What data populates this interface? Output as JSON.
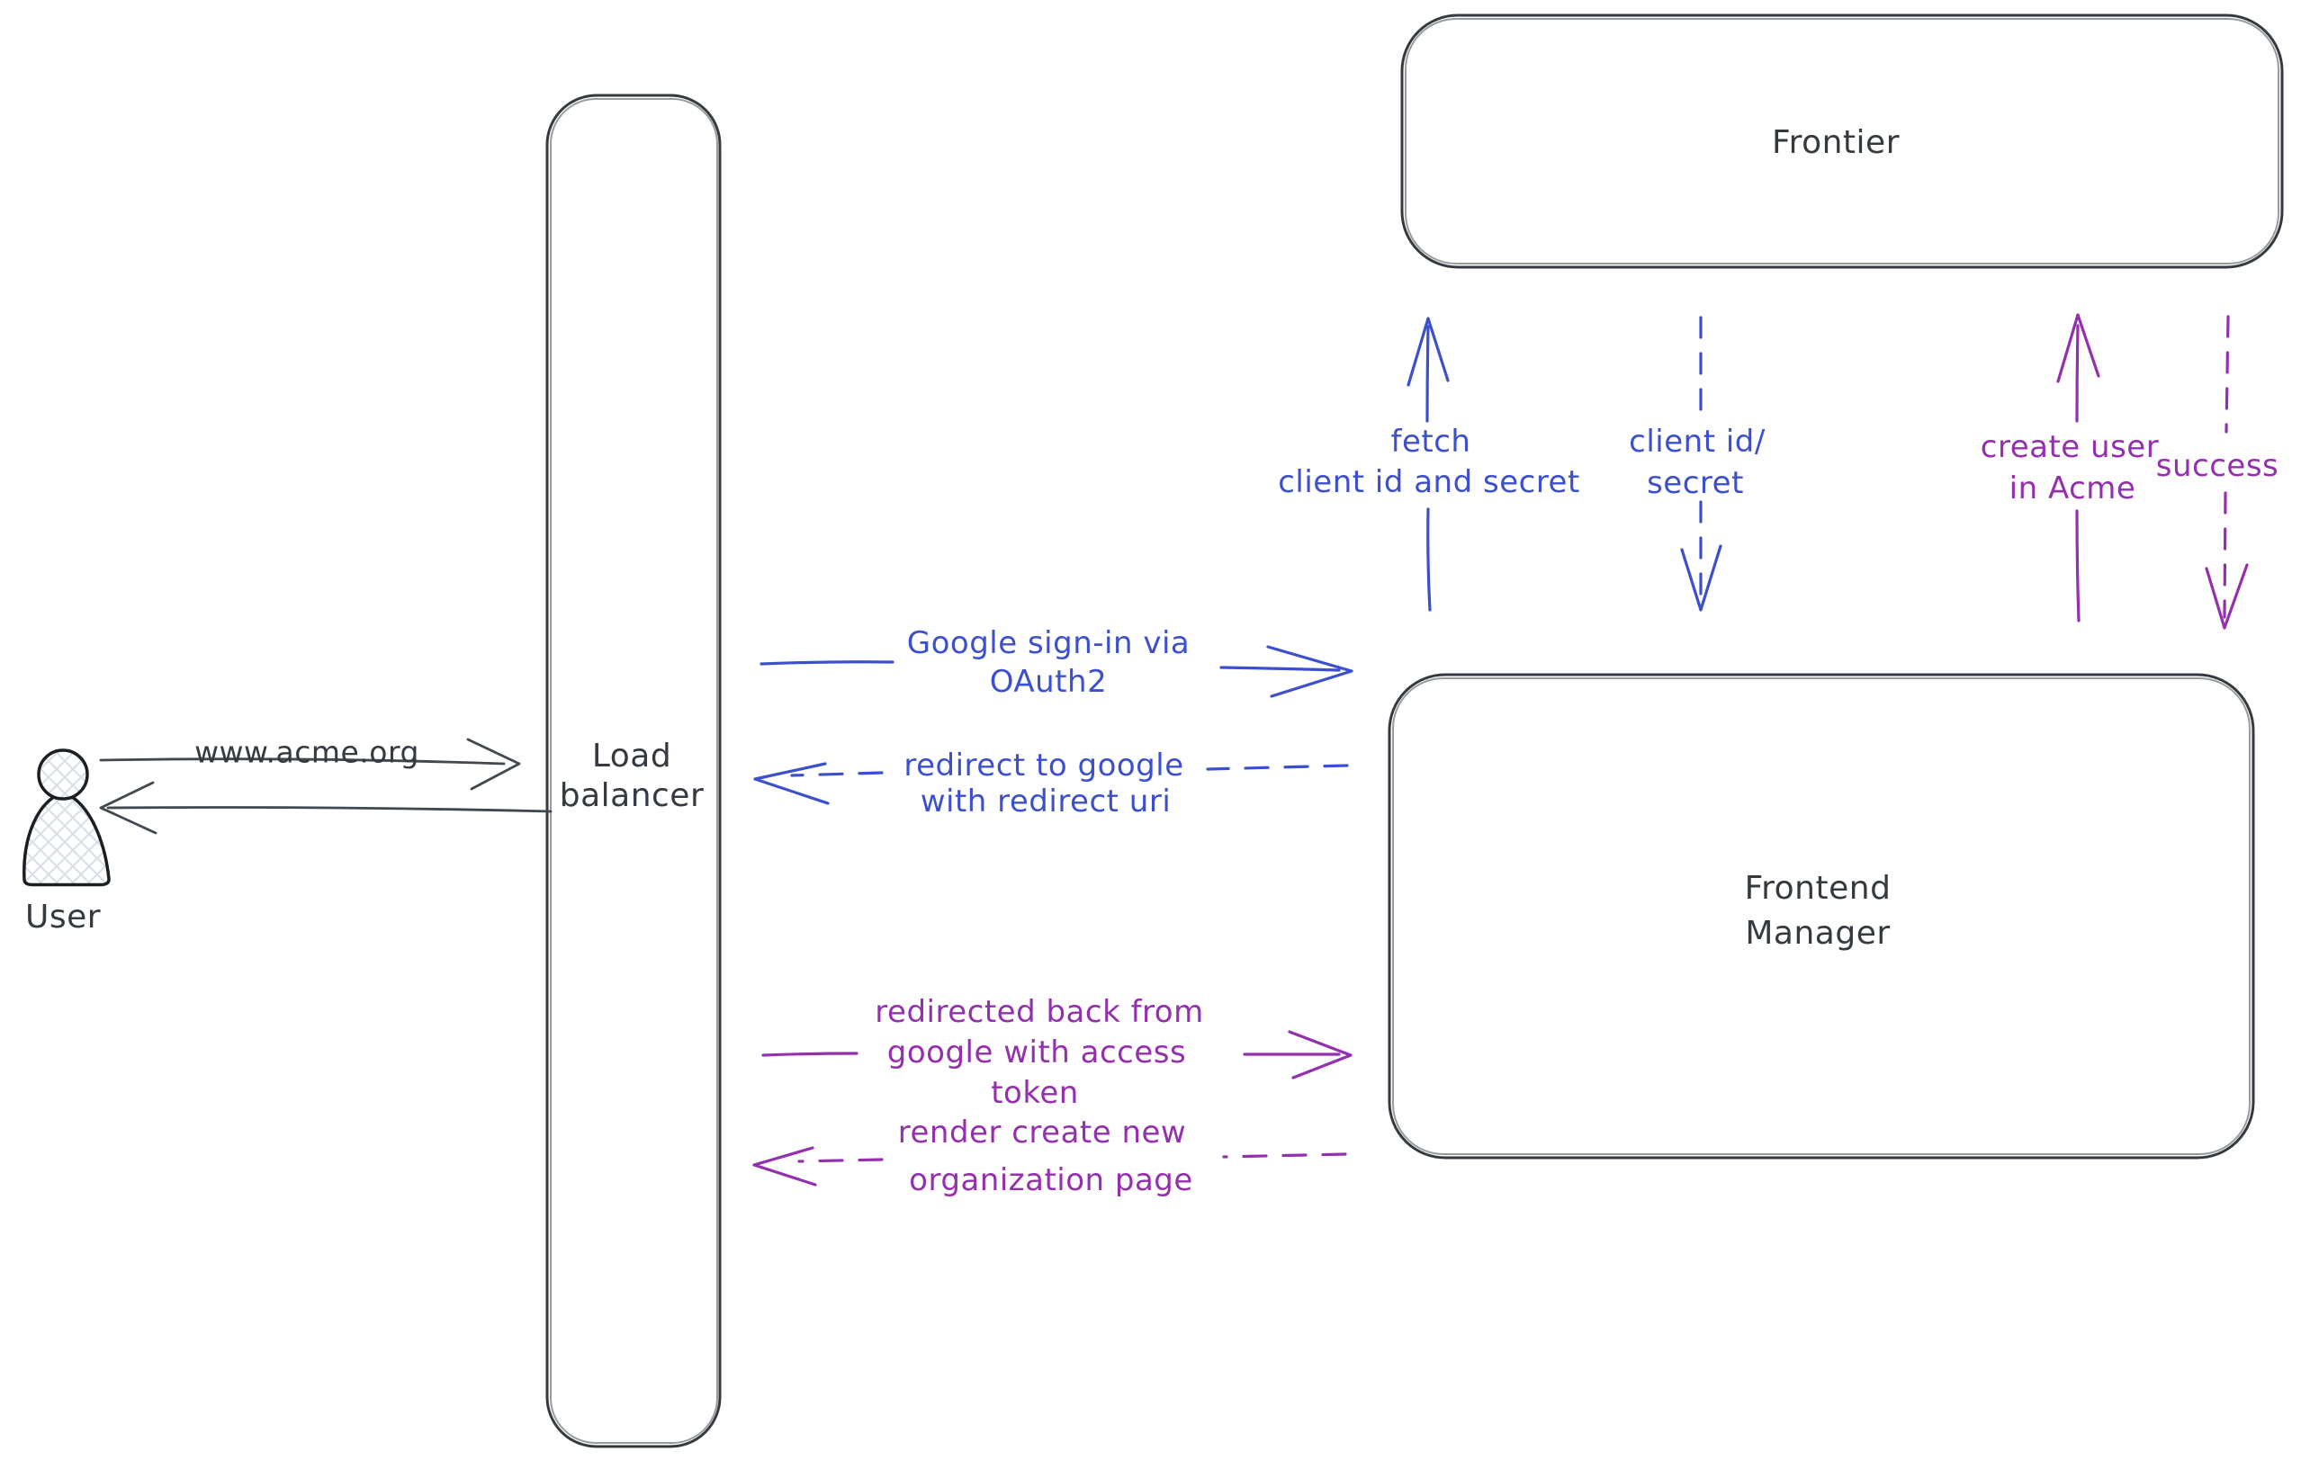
{
  "colors": {
    "dark": "#343a40",
    "blue": "#3c50cd",
    "purple": "#942fae",
    "hatch_fill": "#d7dee6"
  },
  "nodes": {
    "user": {
      "label": "User"
    },
    "load_balancer": {
      "line1": "Load",
      "line2": "balancer"
    },
    "frontier": {
      "label": "Frontier"
    },
    "frontend_manager": {
      "line1": "Frontend",
      "line2": "Manager"
    }
  },
  "edges": {
    "user_to_lb": {
      "label": "www.acme.org",
      "style": "solid",
      "color": "dark",
      "from": "User",
      "to": "Load balancer"
    },
    "lb_to_user": {
      "style": "solid",
      "color": "dark",
      "from": "Load balancer",
      "to": "User"
    },
    "google_signin": {
      "line1": "Google sign-in via",
      "line2": "OAuth2",
      "style": "solid",
      "color": "blue",
      "from": "Load balancer",
      "to": "Frontend Manager"
    },
    "redirect_to_google": {
      "line1": "redirect to google",
      "line2": "with redirect uri",
      "style": "dashed",
      "color": "blue",
      "from": "Frontend Manager",
      "to": "Load balancer"
    },
    "redirected_back": {
      "line1": "redirected back from",
      "line2": "google with access",
      "line3": "token",
      "style": "solid",
      "color": "purple",
      "from": "Load balancer",
      "to": "Frontend Manager"
    },
    "render_create_new": {
      "line1": "render create new",
      "line2": "organization page",
      "style": "dashed",
      "color": "purple",
      "from": "Frontend Manager",
      "to": "Load balancer"
    },
    "fetch_client_id": {
      "line1": "fetch",
      "line2": "client id and secret",
      "style": "solid",
      "color": "blue",
      "from": "Frontend Manager",
      "to": "Frontier"
    },
    "client_id_secret": {
      "line1": "client id/",
      "line2": "secret",
      "style": "dashed",
      "color": "blue",
      "from": "Frontier",
      "to": "Frontend Manager"
    },
    "create_user": {
      "line1": "create user",
      "line2": "in Acme",
      "style": "solid",
      "color": "purple",
      "from": "Frontend Manager",
      "to": "Frontier"
    },
    "success": {
      "label": "success",
      "style": "dashed",
      "color": "purple",
      "from": "Frontier",
      "to": "Frontend Manager"
    }
  }
}
